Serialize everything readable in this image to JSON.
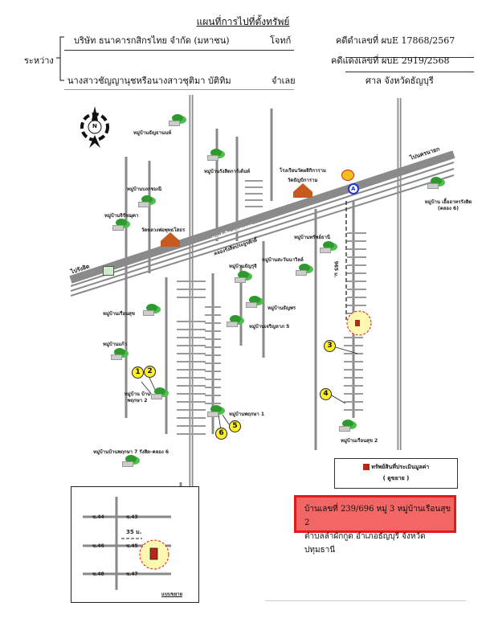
{
  "title": "แผนที่การไปที่ตั้งทรัพย์",
  "case": {
    "between_label": "ระหว่าง",
    "plaintiff_name": "บริษัท ธนาคารกสิกรไทย จำกัด (มหาชน)",
    "plaintiff_role": "โจทก์",
    "defendant_name": "นางสาวชัญญานุชหรือนางสาวชุติมา บัติทิม",
    "defendant_role": "จำเลย",
    "black_case": "คดีดำเลขที่ ผบE 17868/2567",
    "red_case": "คดีแดงเลขที่ ผบE 2919/2568",
    "court": "ศาล จังหวัดธัญบุรี"
  },
  "map": {
    "north": "N",
    "to_rangsit": "ไปรังสิต",
    "to_nakhonnayok": "ไปนครนายก",
    "main_road": "ถนนรังสิต-นครนายก",
    "canal": "คลองรังสิตประยูรศักดิ์",
    "distance": "965 ม.",
    "marker_a": "A",
    "places": [
      "หมู่บ้านธัญธานนท์",
      "หมู่บ้านรังสิตการ์เด้นท์",
      "หมู่บ้านบงกชมณี",
      "หมู่บ้านจิรัชฌุดา",
      "วัดหลวงพ่อพุทธโสธร",
      "โรงเรียนวัดผลิกิการาม",
      "วัดธัญบิการาม",
      "หมู่บ้าน เอื้ออาทรรังสิต (คลอง 6)",
      "หมู่บ้านทรัพย์ธานี",
      "หมู่บ้านธัญรุจิ",
      "หมู่บ้านสะวันนาวิลล์",
      "หมู่บ้านเรือนสุข",
      "หมู่บ้านธัญพร",
      "หมู่บ้านเจริญลาภ 5",
      "หมู่บ้านแก้ว",
      "หมู่บ้าน บ้านพฤกษา 2",
      "หมู่บ้านพฤกษา 1",
      "หมู่บ้านบ้านพฤกษา 7 รังสิต-คลอง 6",
      "หมู่บ้านเรือนสุข 2"
    ],
    "numbers": [
      "1",
      "2",
      "3",
      "4",
      "5",
      "6"
    ],
    "legend": {
      "line1": "ทรัพย์สินที่ประเมินมูลค่า",
      "line2": "( ดูขยาย )"
    },
    "inset": {
      "sois": [
        "ซ.44",
        "ซ.43",
        "ซ.46",
        "ซ.45",
        "ซ.48",
        "ซ.47"
      ],
      "distance": "35 ม.",
      "caption": "แบบขยาย"
    }
  },
  "address": {
    "line1": "บ้านเลขที่ 239/696  หมู่ 3  หมู่บ้านเรือนสุข 2",
    "line2": "ตำบลลำผักกูด อำเภอธัญบุรี  จังหวัดปทุมธานี"
  },
  "colors": {
    "road": "#8a8a8a",
    "alert": "#e21a1a",
    "marker": "#ffef2a"
  }
}
